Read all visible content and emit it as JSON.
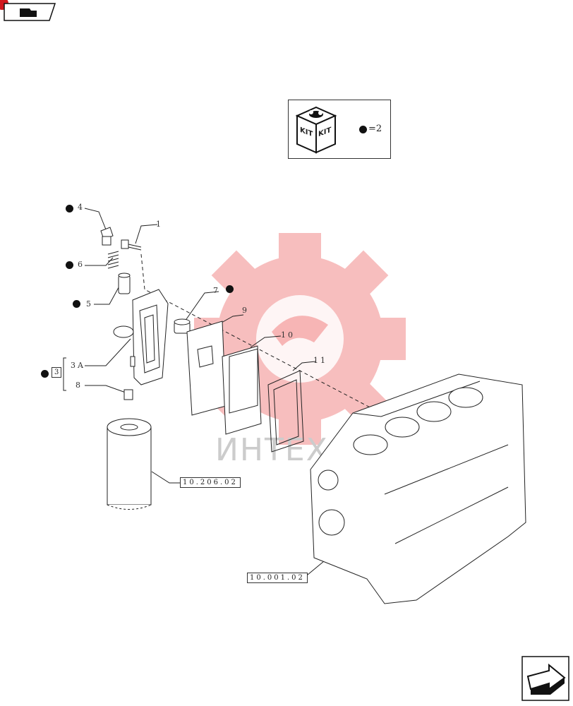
{
  "kit": {
    "icon_text": "KIT",
    "legend": "=2"
  },
  "parts": [
    {
      "id": "part-1",
      "label": "1"
    },
    {
      "id": "part-4",
      "label": "4"
    },
    {
      "id": "part-6",
      "label": "6"
    },
    {
      "id": "part-5",
      "label": "5"
    },
    {
      "id": "part-7",
      "label": "7"
    },
    {
      "id": "part-9",
      "label": "9"
    },
    {
      "id": "part-10",
      "label": "10"
    },
    {
      "id": "part-11",
      "label": "11"
    },
    {
      "id": "part-3A",
      "label": "3A"
    },
    {
      "id": "part-8",
      "label": "8"
    },
    {
      "id": "part-3",
      "label": "3"
    }
  ],
  "references": {
    "filter": "10.206.02",
    "block": "10.001.02"
  },
  "watermark": "ИНТЕХ",
  "colors": {
    "watermark": "#f28a8a",
    "accent": "#d0181e"
  }
}
